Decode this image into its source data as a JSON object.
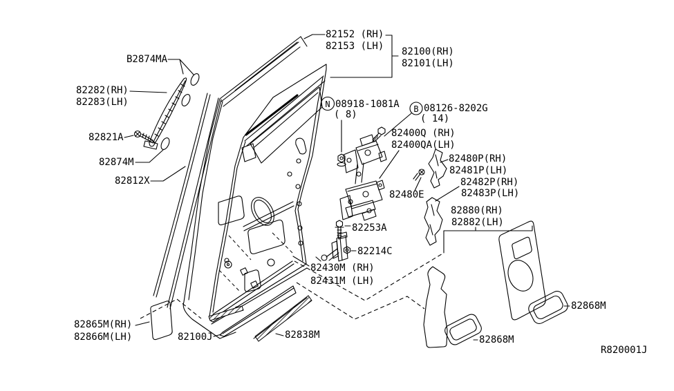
{
  "page": {
    "background": "#ffffff",
    "line_color": "#000000"
  },
  "diagram": {
    "drawing_ref": "R820001J",
    "callouts": {
      "b2874ma": "B2874MA",
      "p82282": "82282(RH)",
      "p82283": "82283(LH)",
      "p82821a": "82821A",
      "p82874m": "82874M",
      "p82812x": "82812X",
      "p82152": "82152 (RH)",
      "p82153": "82153 (LH)",
      "p82100": "82100(RH)",
      "p82101": "82101(LH)",
      "nut_symbol": "N",
      "nut_part": "08918-1081A",
      "nut_qty": "( 8)",
      "bolt_symbol": "B",
      "bolt_part": "08126-8202G",
      "bolt_qty": "( 14)",
      "p82400q": "82400Q (RH)",
      "p82400qa": "82400QA(LH)",
      "p82480p": "82480P(RH)",
      "p82481p": "82481P(LH)",
      "p82482p": "82482P(RH)",
      "p82483p": "82483P(LH)",
      "p82480e": "82480E",
      "p82880": "82880(RH)",
      "p82882": "82882(LH)",
      "p82253a": "82253A",
      "p82214c": "82214C",
      "p82430m": "82430M (RH)",
      "p82431m": "82431M (LH)",
      "p82865m": "82865M(RH)",
      "p82866m": "82866M(LH)",
      "p82100j": "82100J",
      "p82838m": "82838M",
      "p82868m_front": "82868M",
      "p82868m_rear": "82868M"
    }
  }
}
